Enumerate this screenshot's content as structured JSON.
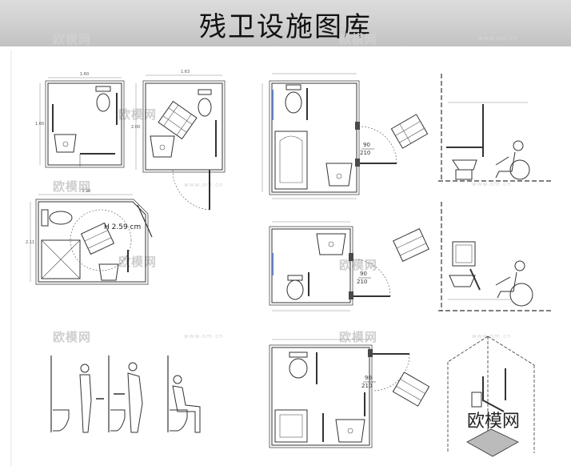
{
  "page": {
    "title": "残卫设施图库",
    "brand": "欧模网",
    "watermark": "欧模网",
    "watermark_sub": "www.om.cn"
  },
  "plans": {
    "plan_a": {
      "width_label": "1.60",
      "height_label": "1.60"
    },
    "plan_b": {
      "width_label": "1.63",
      "height_label": "2.00"
    },
    "plan_c": {
      "width_label": "3.30",
      "height_label": "2.11",
      "ceiling_label": "H 2.59 cm"
    },
    "plan_d": {
      "door_label_top": "90",
      "door_label_bottom": "210"
    },
    "plan_e": {
      "door_label_top": "90",
      "door_label_bottom": "210"
    },
    "plan_f": {
      "door_label_top": "90",
      "door_label_bottom": "210"
    }
  },
  "icons": {
    "wheelchair": "wheelchair-icon",
    "toilet": "toilet-icon",
    "sink": "sink-icon",
    "bathtub": "bathtub-icon",
    "person": "person-figure-icon",
    "grab_bar": "grab-bar-icon"
  }
}
